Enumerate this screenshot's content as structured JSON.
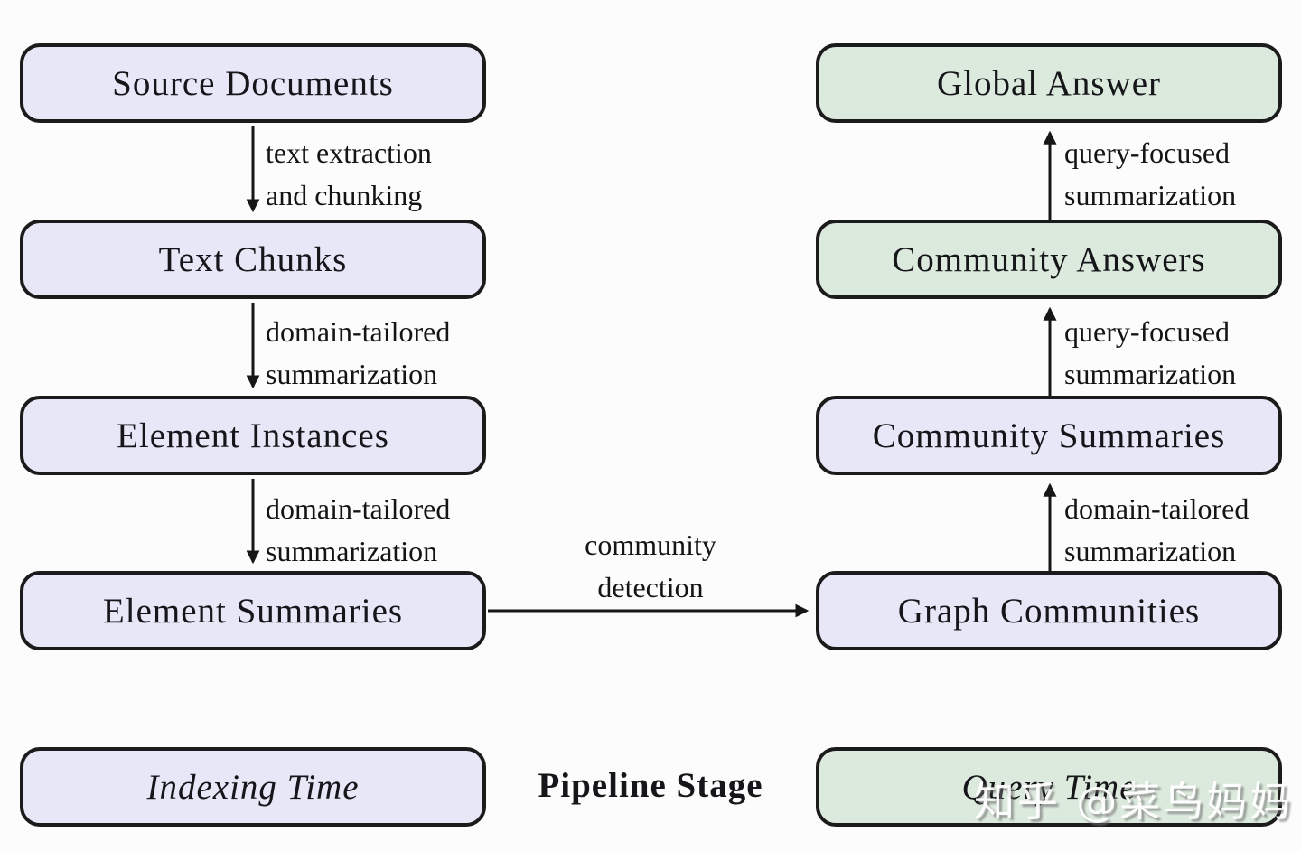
{
  "diagram": {
    "caption": "Pipeline Stage",
    "watermark": "知乎 @菜鸟妈妈",
    "colors": {
      "indexing_fill": "#e7e7f7",
      "query_fill": "#dceadd",
      "border": "#1b1b1b",
      "background": "#fcfcfc"
    },
    "indexing_column": {
      "stage_label": "Indexing Time",
      "boxes": {
        "0": {
          "label": "Source Documents"
        },
        "1": {
          "label": "Text Chunks"
        },
        "2": {
          "label": "Element Instances"
        },
        "3": {
          "label": "Element Summaries"
        }
      },
      "edges": {
        "0": {
          "line1": "text extraction",
          "line2": "and chunking"
        },
        "1": {
          "line1": "domain-tailored",
          "line2": "summarization"
        },
        "2": {
          "line1": "domain-tailored",
          "line2": "summarization"
        }
      }
    },
    "query_column": {
      "stage_label": "Query Time",
      "boxes": {
        "0": {
          "label": "Global Answer"
        },
        "1": {
          "label": "Community Answers"
        },
        "2": {
          "label": "Community Summaries"
        },
        "3": {
          "label": "Graph Communities"
        }
      },
      "edges": {
        "0": {
          "line1": "query-focused",
          "line2": "summarization"
        },
        "1": {
          "line1": "query-focused",
          "line2": "summarization"
        },
        "2": {
          "line1": "domain-tailored",
          "line2": "summarization"
        }
      }
    },
    "cross_edge": {
      "line1": "community",
      "line2": "detection"
    }
  }
}
